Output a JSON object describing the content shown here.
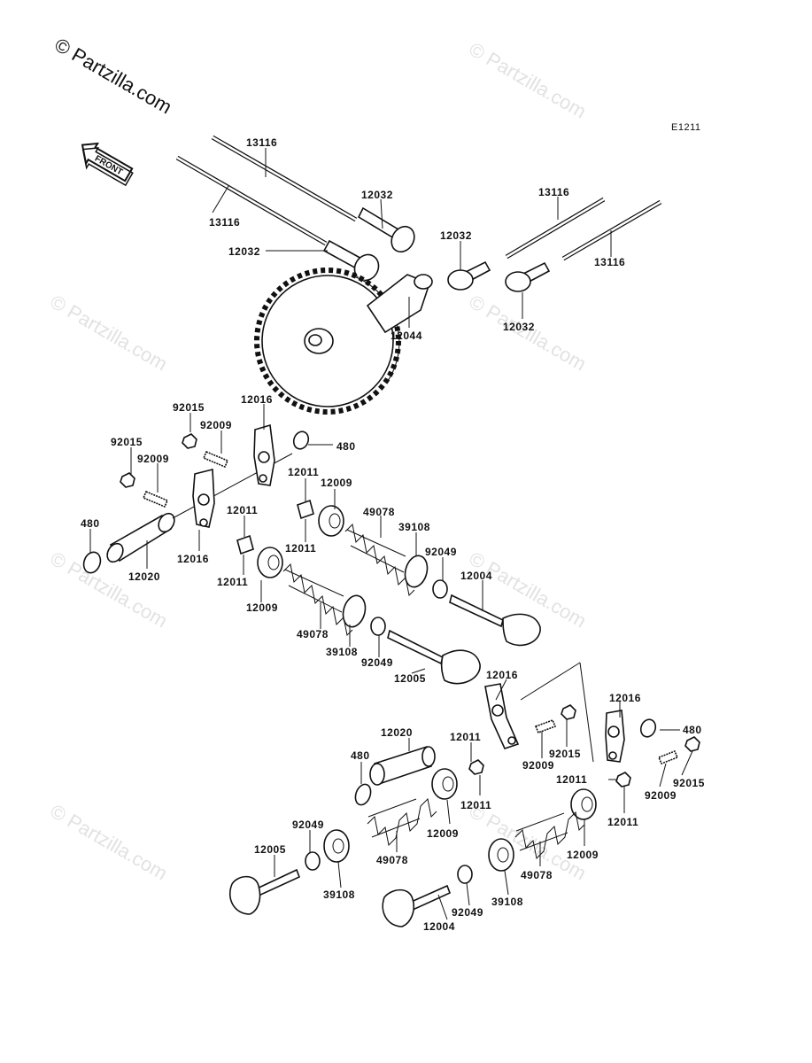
{
  "copyright": "© Partzilla.com",
  "watermark": "© Partzilla.com",
  "diagram_code": "E1211",
  "front_label": "FRONT",
  "labels": {
    "p13116a": "13116",
    "p13116b": "13116",
    "p13116c": "13116",
    "p13116d": "13116",
    "p12032a": "12032",
    "p12032b": "12032",
    "p12032c": "12032",
    "p12032d": "12032",
    "p12044": "12044",
    "p92015a": "92015",
    "p92015b": "92015",
    "p92015c": "92015",
    "p92015d": "92015",
    "p92009a": "92009",
    "p92009b": "92009",
    "p92009c": "92009",
    "p92009d": "92009",
    "p12016a": "12016",
    "p12016b": "12016",
    "p12016c": "12016",
    "p12016d": "12016",
    "p480a": "480",
    "p480b": "480",
    "p480c": "480",
    "p480d": "480",
    "p12020a": "12020",
    "p12020b": "12020",
    "p12011a": "12011",
    "p12011b": "12011",
    "p12011c": "12011",
    "p12011d": "12011",
    "p12011e": "12011",
    "p12011f": "12011",
    "p12011g": "12011",
    "p12011h": "12011",
    "p12009a": "12009",
    "p12009b": "12009",
    "p12009c": "12009",
    "p12009d": "12009",
    "p49078a": "49078",
    "p49078b": "49078",
    "p49078c": "49078",
    "p49078d": "49078",
    "p39108a": "39108",
    "p39108b": "39108",
    "p39108c": "39108",
    "p39108d": "39108",
    "p92049a": "92049",
    "p92049b": "92049",
    "p92049c": "92049",
    "p92049d": "92049",
    "p12004a": "12004",
    "p12004b": "12004",
    "p12005a": "12005",
    "p12005b": "12005"
  }
}
